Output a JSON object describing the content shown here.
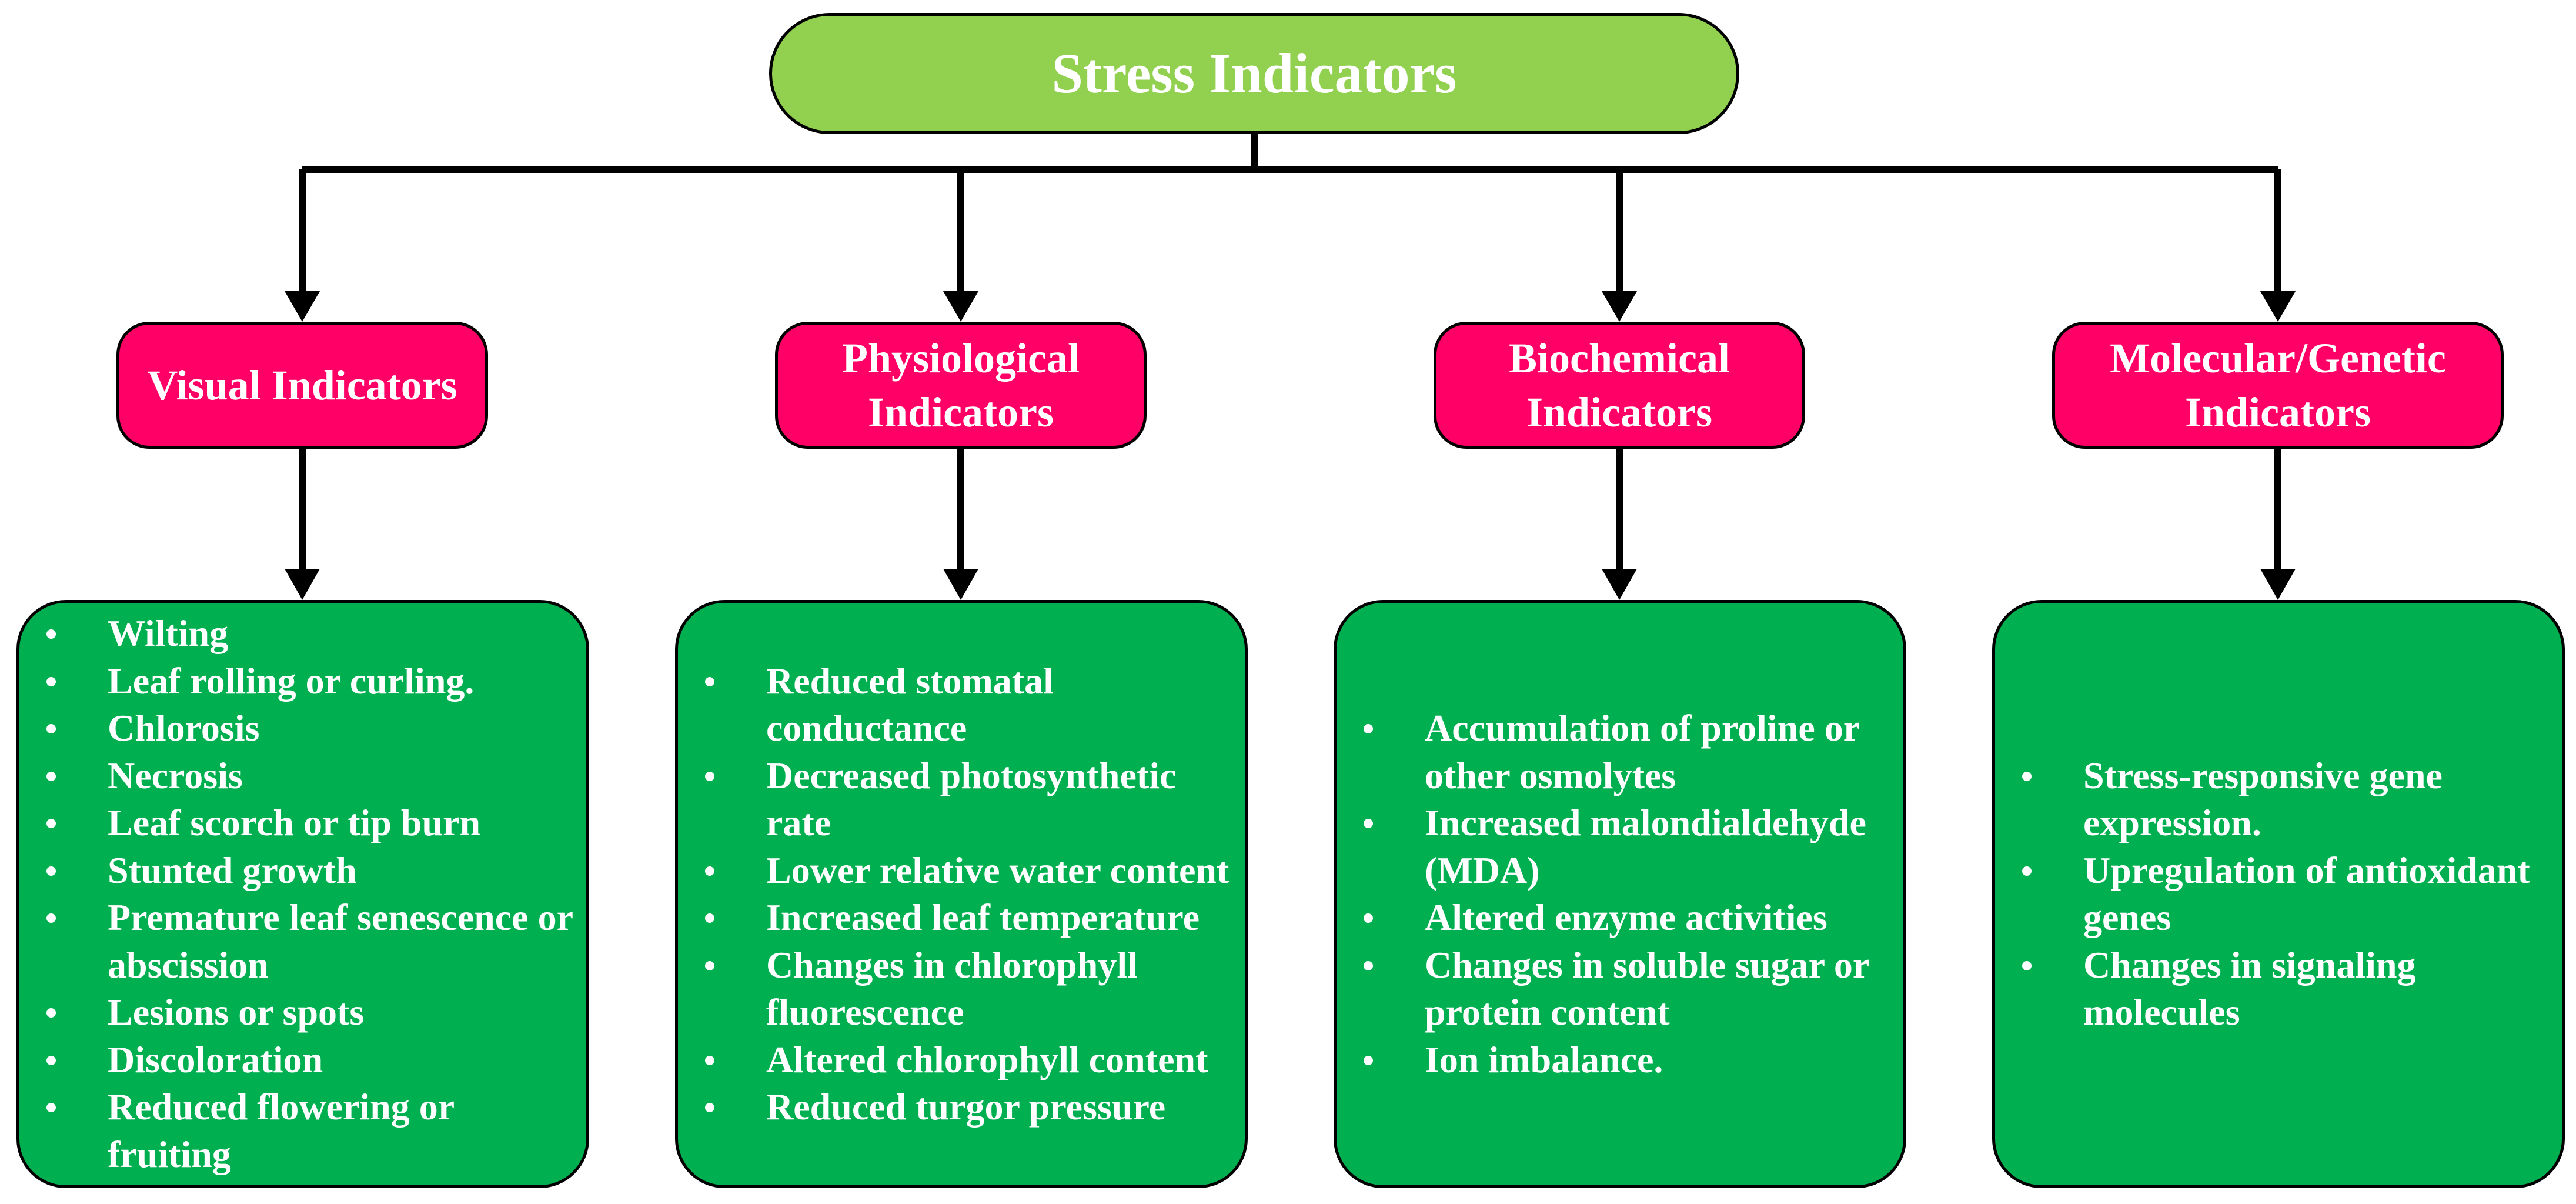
{
  "root": {
    "title": "Stress Indicators"
  },
  "categories": [
    {
      "label": "Visual Indicators",
      "items": [
        "Wilting",
        "Leaf rolling or curling.",
        "Chlorosis",
        "Necrosis",
        "Leaf scorch or tip burn",
        "Stunted growth",
        "Premature leaf senescence or abscission",
        "Lesions or spots",
        "Discoloration",
        "Reduced flowering or fruiting"
      ]
    },
    {
      "label": "Physiological Indicators",
      "items": [
        "Reduced stomatal conductance",
        "Decreased photosynthetic rate",
        "Lower relative water content",
        "Increased leaf temperature",
        "Changes in chlorophyll fluorescence",
        "Altered chlorophyll content",
        "Reduced turgor pressure"
      ]
    },
    {
      "label": "Biochemical Indicators",
      "items": [
        "Accumulation of proline or other osmolytes",
        "Increased malondialdehyde (MDA)",
        "Altered enzyme activities",
        "Changes in soluble sugar or protein content",
        "Ion imbalance."
      ]
    },
    {
      "label": "Molecular/Genetic Indicators",
      "items": [
        "Stress-responsive gene expression.",
        "Upregulation of antioxidant genes",
        "Changes in signaling molecules"
      ]
    }
  ],
  "colors": {
    "root_fill": "#92d050",
    "category_fill": "#ff0066",
    "detail_fill": "#00b050",
    "connector": "#000000",
    "text": "#ffffff"
  }
}
